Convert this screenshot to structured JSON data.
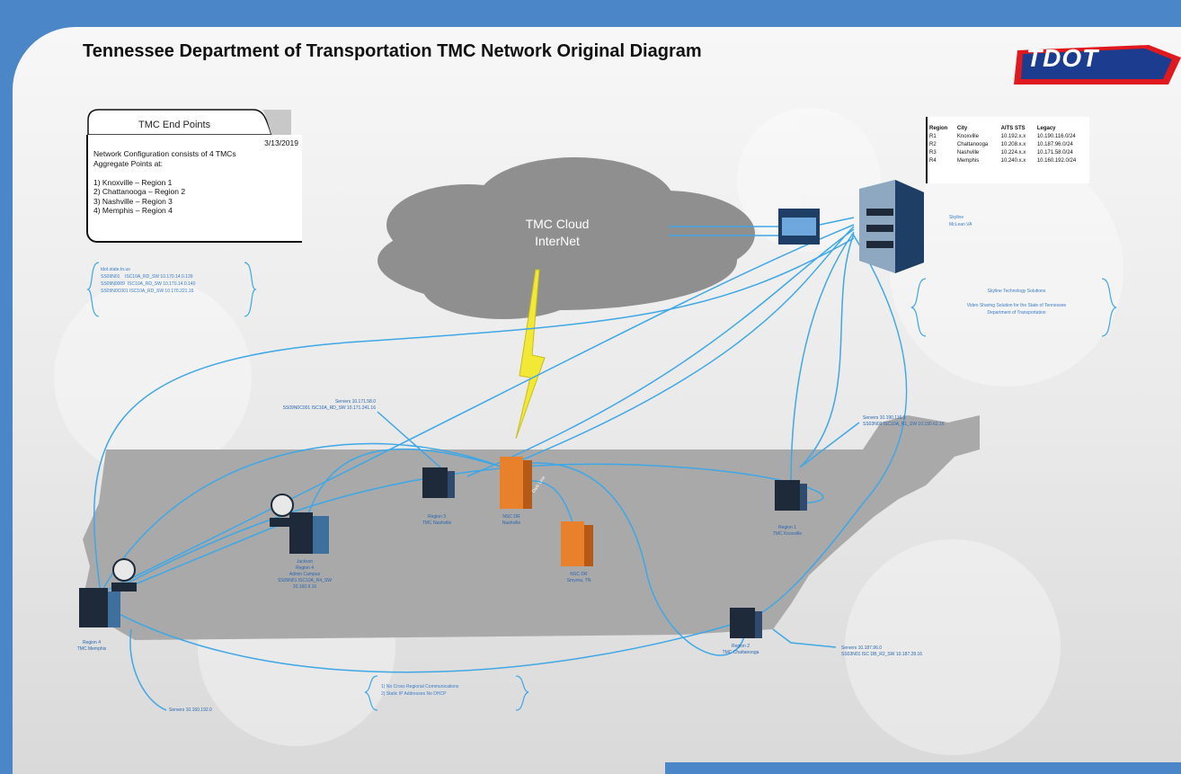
{
  "diagram": {
    "title": "Tennessee Department of Transportation TMC Network Original Diagram",
    "logo_text": "TDOT",
    "colors": {
      "frame": "#4a86c8",
      "link": "#3ea7e6",
      "server_dark": "#1e2a3a",
      "server_orange": "#e8802c",
      "state_fill": "#a9a9a9",
      "cloud": "#8f8f8f",
      "lightning": "#f2e836"
    },
    "endpoints": {
      "tab_title": "TMC End Points",
      "date": "3/13/2019",
      "lines": "Network Configuration consists of 4 TMCs\nAggregate Points at:\n\n1) Knoxville – Region 1\n2) Chattanooga – Region 2\n3) Nashville – Region 3\n4) Memphis – Region 4"
    },
    "region_table": {
      "headers": [
        "Region",
        "City",
        "AITS STS",
        "Legacy"
      ],
      "rows": [
        [
          "R1",
          "Knoxville",
          "10.192.x.x",
          "10.190.116.0/24"
        ],
        [
          "R2",
          "Chattanooga",
          "10.208.x.x",
          "10.187.96.0/24"
        ],
        [
          "R3",
          "Nashville",
          "10.224.x.x",
          "10.171.58.0/24"
        ],
        [
          "R4",
          "Memphis",
          "10.240.x.x",
          "10.160.192.0/24"
        ]
      ]
    },
    "cloud": {
      "line1": "TMC Cloud",
      "line2": "InterNet"
    },
    "notes": {
      "tdot_ips": "tdot.state.tn.us\nSS09N01    ISC10A_RD_SW 10.170.14.0.139\nSS09N0009  ISC10A_RD_SW 10.170.14.0.140\nSS09N0C001 ISC10A_RD_SW 10.170.221.16",
      "skyline_site": "Skyline\nMcLean VA",
      "skyline_desc": "Skyline Technology Solutions\n\nVideo Sharing Solution for the State of Tennessee\nDepartment of Transportation",
      "bottom": "1) No Cross Regional Communications\n2) Static IP Addresses No DHCP",
      "servers_r3": "Servers 10.171.58.0\nSS09N0C001 ISC10A_RD_SW 10.171.241.16",
      "servers_r1": "Servers 10.190.116.0\nSS03N01 ISC10A_R1_SW 10.190.62.16",
      "servers_r2": "Servers 10.187.96.0\nSS03N01 ISC DB_R2_SW 10.187.28.16",
      "servers_r4": "Servers 10.160.192.0"
    },
    "nodes": {
      "region4": "Region 4\nTMC Memphis",
      "jackson": "Jackson\nRegion 4\nAdmin Campus\nSS09N01 ISC10A_R4_SW\n10.160.9.16",
      "region3": "Region 3\nTMC Nashville",
      "nsc_nashville": "NSC DR\nNashville",
      "nsc_smyrna": "NSC DR\nSmyrna, TN",
      "region1": "Region 1\nTMC Knoxville",
      "region2": "Region 2\nTMC Chattanooga",
      "dark_line": "Dark Line"
    }
  }
}
